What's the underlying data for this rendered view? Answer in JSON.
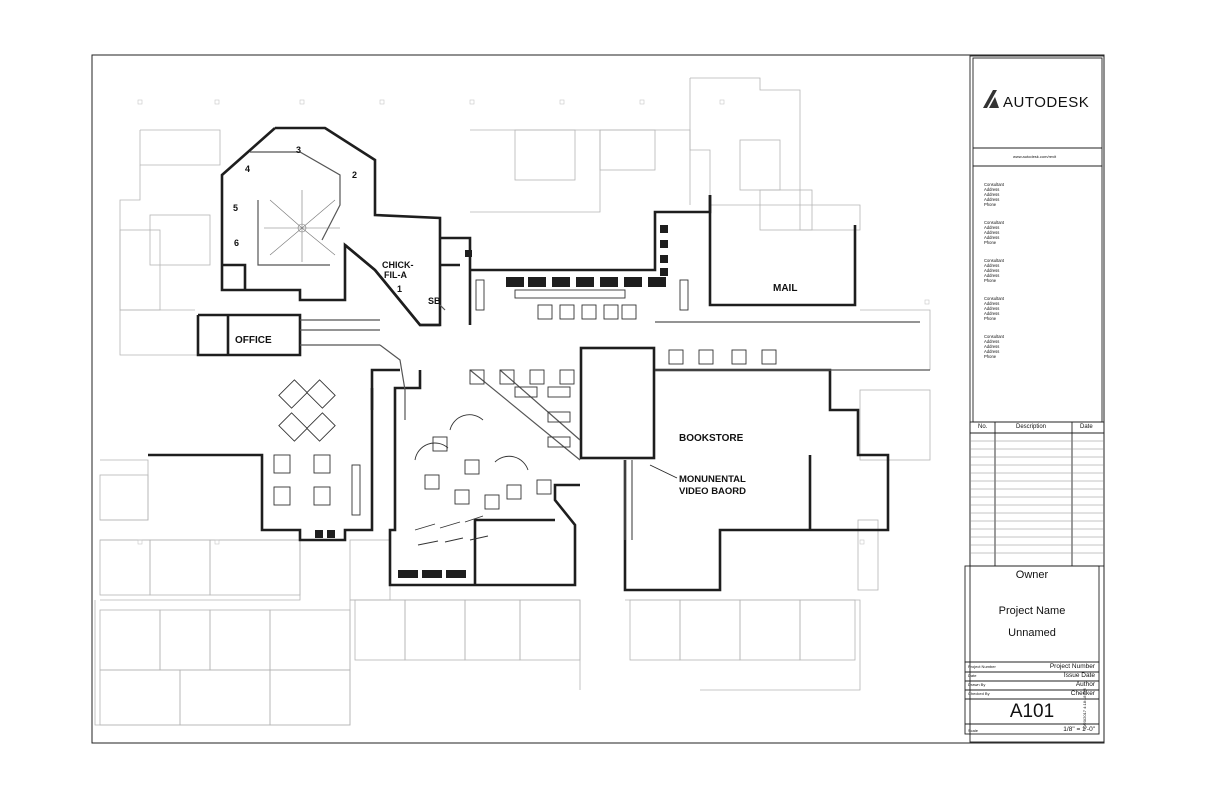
{
  "rooms": {
    "office": "OFFICE",
    "chick_1": "CHICK-",
    "chick_2": "FIL-A",
    "chick_num": "1",
    "sb": "SB",
    "mail": "MAIL",
    "bookstore": "BOOKSTORE",
    "video_1": "MONUNENTAL",
    "video_2": "VIDEO BAORD",
    "stall_2": "2",
    "stall_3": "3",
    "stall_4": "4",
    "stall_5": "5",
    "stall_6": "6"
  },
  "titleblock": {
    "logo": "AUTODESK",
    "url": "www.autodesk.com/revit",
    "consultants": [
      [
        "Consultant",
        "Address",
        "Address",
        "Address",
        "Phone"
      ],
      [
        "Consultant",
        "Address",
        "Address",
        "Address",
        "Phone"
      ],
      [
        "Consultant",
        "Address",
        "Address",
        "Address",
        "Phone"
      ],
      [
        "Consultant",
        "Address",
        "Address",
        "Address",
        "Phone"
      ],
      [
        "Consultant",
        "Address",
        "Address",
        "Address",
        "Phone"
      ]
    ],
    "rev_no": "No.",
    "rev_desc": "Description",
    "rev_date": "Date",
    "owner": "Owner",
    "project_name": "Project Name",
    "unnamed": "Unnamed",
    "fields": [
      {
        "label": "Project Number",
        "value": "Project Number"
      },
      {
        "label": "Date",
        "value": "Issue Date"
      },
      {
        "label": "Drawn By",
        "value": "Author"
      },
      {
        "label": "Checked By",
        "value": "Checker"
      }
    ],
    "sheet_number": "A101",
    "scale_label": "Scale",
    "scale_value": "1/8\" = 1'-0\"",
    "timestamp": "10/20/2017 4:18:18 PM"
  }
}
